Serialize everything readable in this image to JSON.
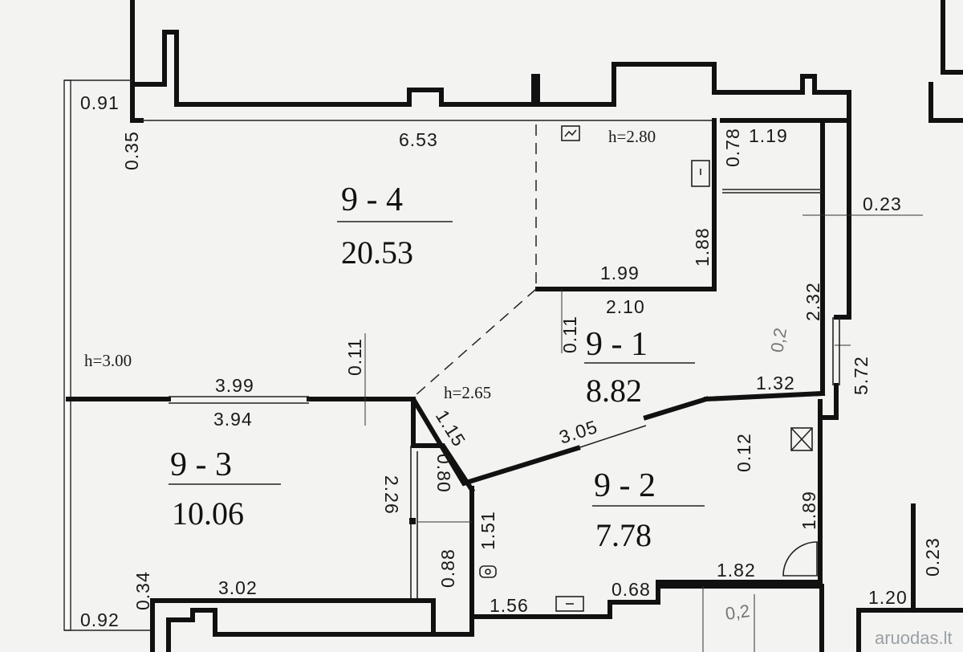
{
  "rooms": [
    {
      "id": "9 - 4",
      "area": "20.53"
    },
    {
      "id": "9 - 1",
      "area": "8.82"
    },
    {
      "id": "9 - 3",
      "area": "10.06"
    },
    {
      "id": "9 - 2",
      "area": "7.78"
    }
  ],
  "heights": {
    "main": "h=3.00",
    "kitchen": "h=2.80",
    "hall": "h=2.65"
  },
  "dimensions": {
    "d091_top": "0.91",
    "d035": "0.35",
    "d653": "6.53",
    "d078": "0.78",
    "d119": "1.19",
    "d023_right": "0.23",
    "d188": "1.88",
    "d199": "1.99",
    "d232": "2.32",
    "d210": "2.10",
    "d011_a": "0.11",
    "d011_b": "0.11",
    "d572": "5.72",
    "d399": "3.99",
    "d394": "3.94",
    "d115": "1.15",
    "d132": "1.32",
    "d305": "3.05",
    "d012": "0.12",
    "d226": "2.26",
    "d080": "0.80",
    "d151": "1.51",
    "d189": "1.89",
    "d088": "0.88",
    "d182": "1.82",
    "d023_bottom": "0.23",
    "d034": "0.34",
    "d302": "3.02",
    "d068": "0.68",
    "d092": "0.92",
    "d156": "1.56",
    "d120": "1.20"
  },
  "pencil_notes": {
    "n1": "0,2",
    "n2": "0,2"
  },
  "watermark": "aruodas.lt",
  "icons": {
    "outlet": "outlet-icon",
    "fan": "ventilation-icon",
    "door": "door-swing-icon",
    "toilet": "toilet-icon",
    "sink": "sink-icon",
    "stove": "stove-icon"
  }
}
